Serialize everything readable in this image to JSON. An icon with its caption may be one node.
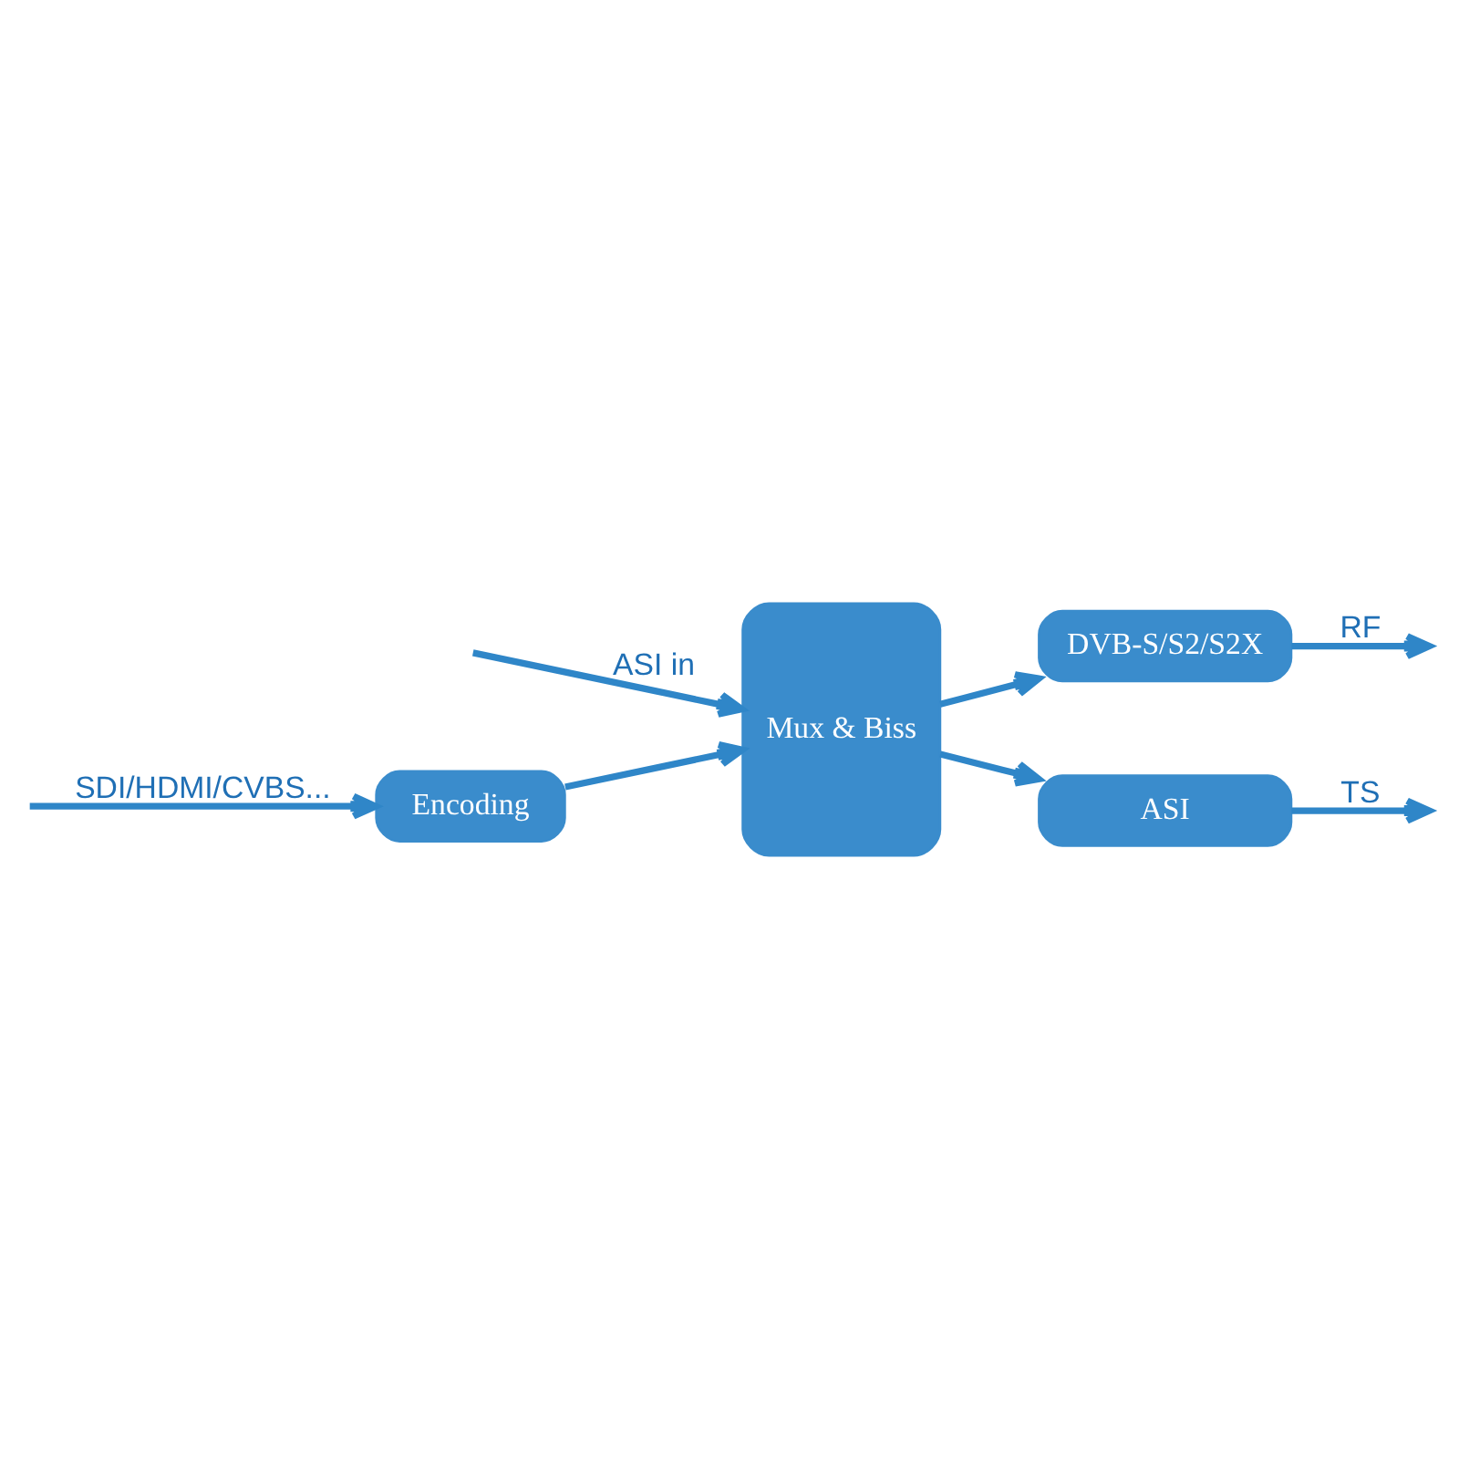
{
  "diagram": {
    "nodes": [
      {
        "text": [
          "Encoding"
        ]
      },
      {
        "text": [
          "Mux & Biss"
        ]
      },
      {
        "text": [
          "DVB-S/S2/S2X"
        ]
      },
      {
        "text": [
          "ASI"
        ]
      }
    ],
    "edges": [
      {
        "from": null,
        "to": 0,
        "arrow": "to",
        "label": "SDI/HDMI/CVBS..."
      },
      {
        "from": 0,
        "to": 1,
        "arrow": "to"
      },
      {
        "from": null,
        "to": 1,
        "arrow": "to",
        "label": "ASI in"
      },
      {
        "from": 1,
        "to": 2,
        "arrow": "to"
      },
      {
        "from": 1,
        "to": 3,
        "arrow": "to"
      },
      {
        "from": 2,
        "to": null,
        "arrow": "to",
        "label": "RF"
      },
      {
        "from": 3,
        "to": null,
        "arrow": "to",
        "label": "TS"
      }
    ]
  }
}
